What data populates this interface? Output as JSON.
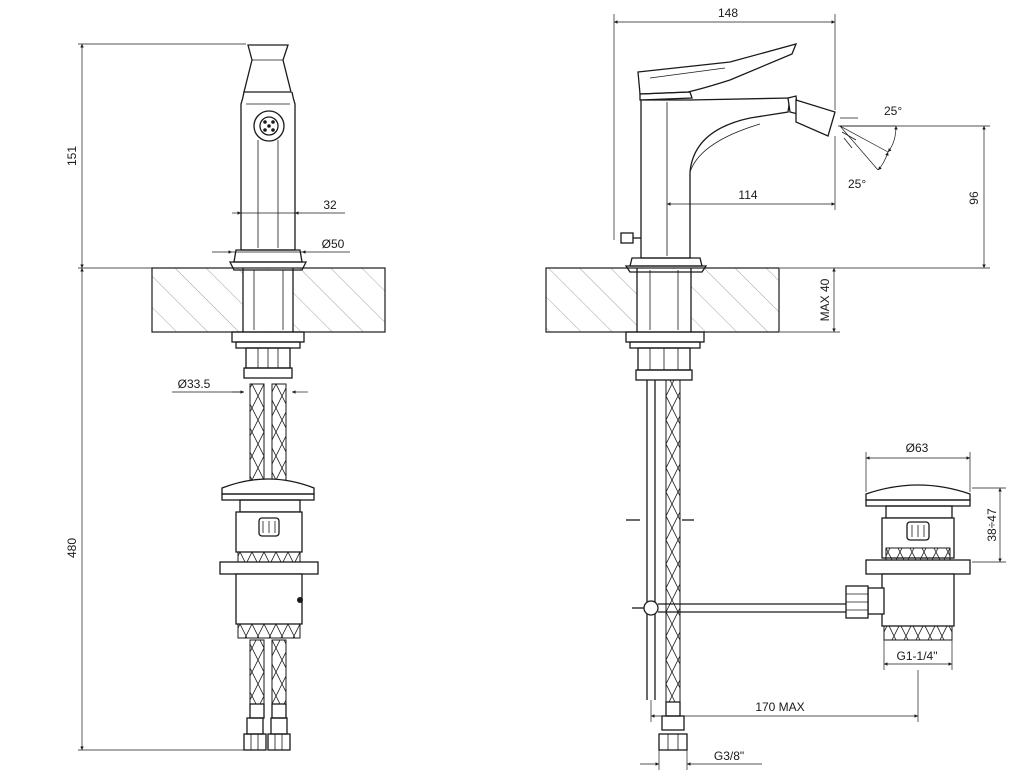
{
  "dimensions": {
    "height_151": "151",
    "height_480": "480",
    "body_width_32": "32",
    "base_diameter_50": "Ø50",
    "shank_diameter_33_5": "Ø33.5",
    "reach_148": "148",
    "reach_114": "114",
    "spout_height_96": "96",
    "angle_up_25": "25°",
    "angle_down_25": "25°",
    "deck_max_40": "MAX 40",
    "waste_diameter_63": "Ø63",
    "waste_height_38_47": "38÷47",
    "waste_thread": "G1-1/4\"",
    "rod_length_170": "170 MAX",
    "hose_thread": "G3/8\""
  }
}
